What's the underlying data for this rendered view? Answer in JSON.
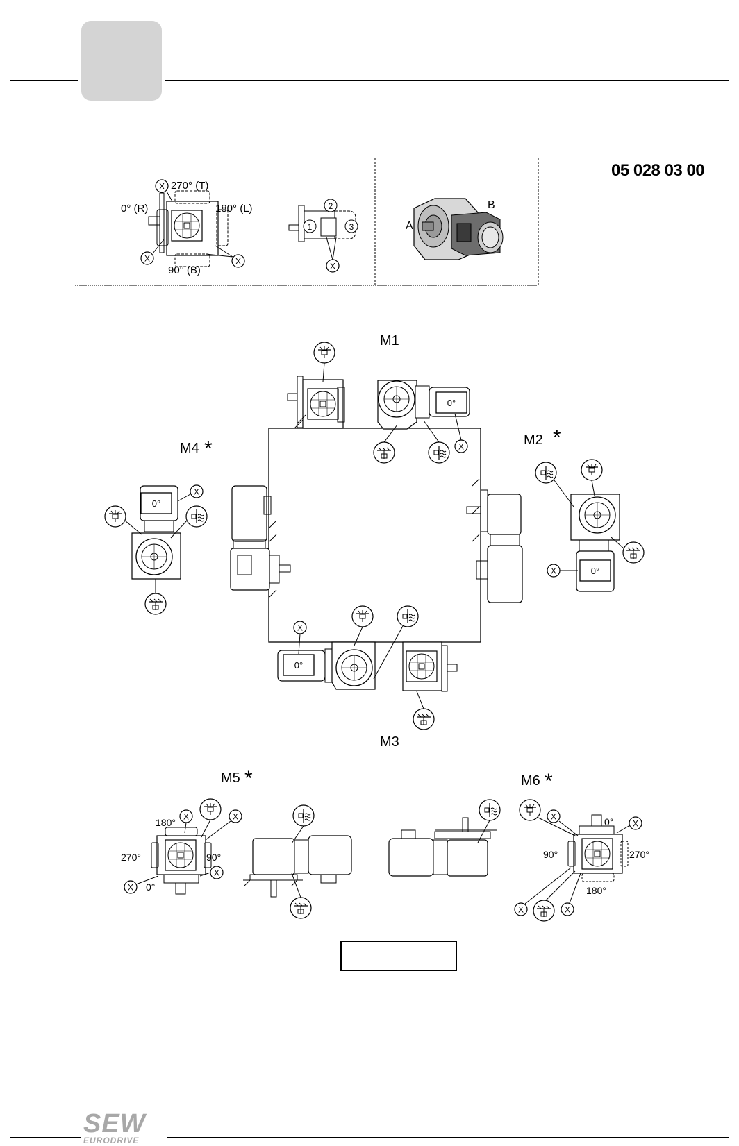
{
  "header": {
    "document_code": "05 028 03 00"
  },
  "legend_left": {
    "angle_top": "270° (T)",
    "angle_left": "0° (R)",
    "angle_right": "180° (L)",
    "angle_bottom": "90° (B)",
    "marker_x": "X",
    "side_1": "1",
    "side_2": "2",
    "side_3": "3"
  },
  "legend_right": {
    "label_a": "A",
    "label_b": "B"
  },
  "positions": {
    "m1": "M1",
    "m2": "M2",
    "m3": "M3",
    "m4": "M4",
    "m5": "M5",
    "m6": "M6",
    "asterisk": "*"
  },
  "motor_label": "0°",
  "m5_angles": {
    "a180": "180°",
    "a270": "270°",
    "a90": "90°",
    "a0": "0°"
  },
  "m6_angles": {
    "a0": "0°",
    "a90": "90°",
    "a270": "270°",
    "a180": "180°"
  },
  "footer": {
    "logo_main": "SEW",
    "logo_sub": "EURODRIVE"
  }
}
